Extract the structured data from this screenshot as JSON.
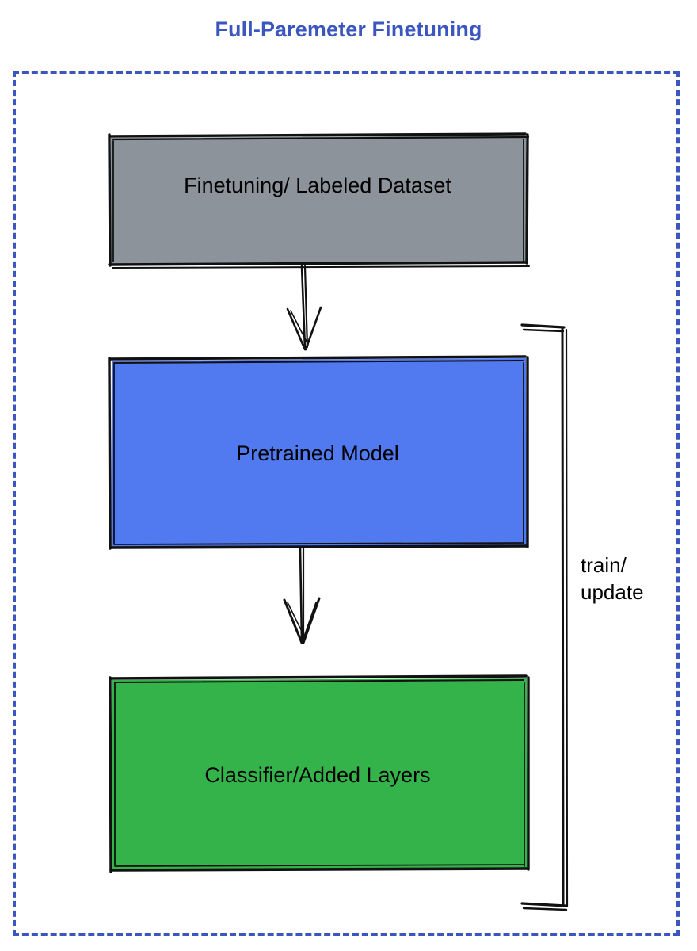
{
  "diagram": {
    "title": "Full-Paremeter Finetuning",
    "title_color": "#3c56c0",
    "frame": {
      "style": "dashed",
      "color": "#3c56c0",
      "name": "finetuning-scope-boundary"
    },
    "nodes": [
      {
        "id": "dataset",
        "label": "Finetuning/ Labeled Dataset",
        "fill": "#8c939b",
        "stroke": "#000000",
        "shape": "rectangle"
      },
      {
        "id": "pretrained-model",
        "label": "Pretrained Model",
        "fill": "#5179f0",
        "stroke": "#000000",
        "shape": "rectangle"
      },
      {
        "id": "classifier",
        "label": "Classifier/Added Layers",
        "fill": "#35b34b",
        "stroke": "#000000",
        "shape": "rectangle"
      }
    ],
    "edges": [
      {
        "id": "dataset-to-model",
        "from": "dataset",
        "to": "pretrained-model",
        "label": "",
        "arrow": "down"
      },
      {
        "id": "model-to-classifier",
        "from": "pretrained-model",
        "to": "classifier",
        "label": "",
        "arrow": "down"
      },
      {
        "id": "feedback-train-update",
        "from": "classifier",
        "to": "pretrained-model",
        "label": "train/\nupdate",
        "arrow": "none"
      }
    ]
  }
}
